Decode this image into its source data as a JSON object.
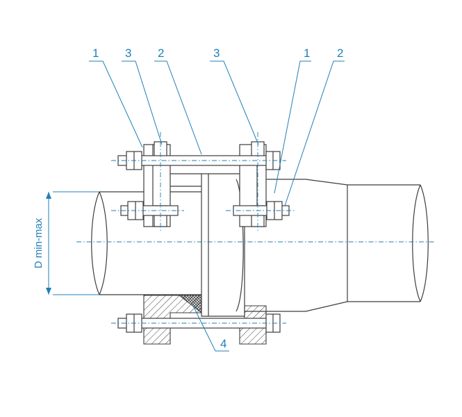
{
  "colors": {
    "linework": "#3c3c3c",
    "annotation": "#1f7fb8",
    "background": "#ffffff"
  },
  "callouts": [
    "1",
    "3",
    "2",
    "3",
    "1",
    "2",
    "4"
  ],
  "dimension_label": "D min-max"
}
